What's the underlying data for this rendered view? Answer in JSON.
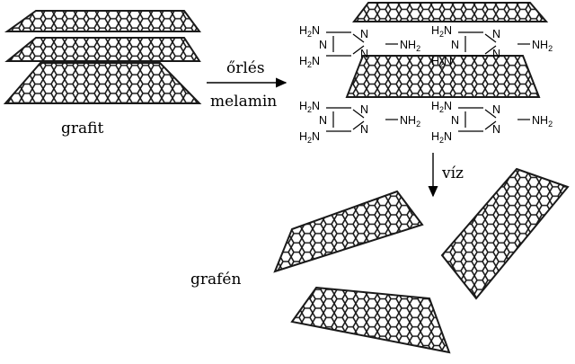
{
  "labels": {
    "graphite": "grafit",
    "graphene": "grafén",
    "step1_top": "őrlés",
    "step1_bottom": "melamin",
    "step2": "víz"
  },
  "melamine": {
    "amine_group": "NH",
    "amine_subscript": "2",
    "amine_left": "H",
    "amine_left_subscript": "2",
    "amine_left_tail": "N",
    "ring_atom": "N"
  },
  "colors": {
    "sheet_stroke": "#1a1a1a",
    "sheet_fill": "#ffffff",
    "text": "#000000"
  }
}
